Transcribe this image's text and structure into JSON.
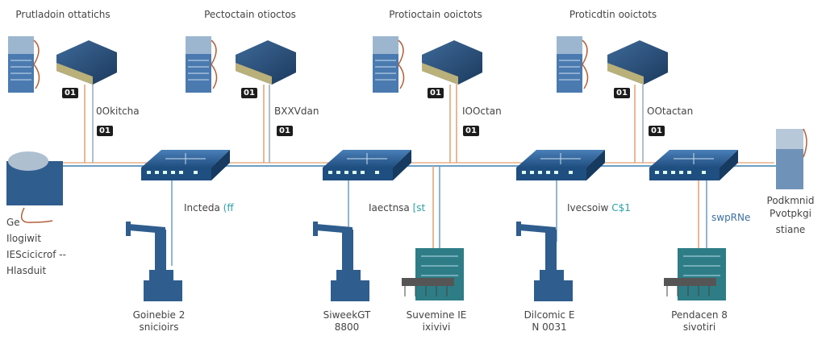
{
  "top_groups": [
    {
      "title": "Prutladoin ottatichs",
      "badge1": "01",
      "link_label": "0Okitcha",
      "badge2": "01"
    },
    {
      "title": "Pectoctain otioctos",
      "badge1": "01",
      "link_label": "BXXVdan",
      "badge2": "01"
    },
    {
      "title": "Protioctain ooictots",
      "badge1": "01",
      "link_label": "IOOctan",
      "badge2": "01"
    },
    {
      "title": "Proticdtin ooictots",
      "badge1": "01",
      "link_label": "OOtactan",
      "badge2": "01"
    }
  ],
  "switch_labels": [
    {
      "text": "Incteda",
      "code": "(ff"
    },
    {
      "text": "Iaectnsa",
      "code": "[st"
    },
    {
      "text": "Ivecsoiw",
      "code": "C$1"
    }
  ],
  "left_device": {
    "lines": [
      "Ge",
      "Ilogiwit",
      "IEScicicrof --",
      "Hlasduit"
    ]
  },
  "right_device": {
    "side_label": "swpRNe",
    "lines": [
      "Podkmnid",
      "Pvotpkgi",
      "stiane"
    ]
  },
  "bottom_devices": [
    {
      "type": "robot",
      "line1": "Goinebie 2",
      "line2": "snicioirs"
    },
    {
      "type": "robot",
      "line1": "SiweekGT",
      "line2": "8800"
    },
    {
      "type": "machine",
      "line1": "Suvemine IE",
      "line2": "ixivivi"
    },
    {
      "type": "robot",
      "line1": "Dilcomic E",
      "line2": "N 0031"
    },
    {
      "type": "machine",
      "line1": "Pendacen 8",
      "line2": "sivotiri"
    }
  ],
  "colors": {
    "network_line": "#6a9ec4",
    "cable": "#e0a070",
    "device": "#2f5d8e",
    "machine": "#2e7d86",
    "badge": "#1c1c1c"
  }
}
